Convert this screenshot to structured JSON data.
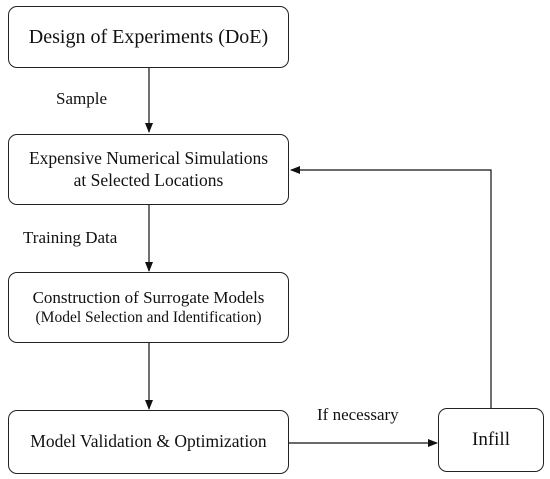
{
  "diagram": {
    "boxes": {
      "doe": "Design of Experiments (DoE)",
      "simulation_line1": "Expensive Numerical Simulations",
      "simulation_line2": "at Selected Locations",
      "surrogate_line1": "Construction of Surrogate Models",
      "surrogate_line2": "(Model Selection and Identification)",
      "validation": "Model Validation & Optimization",
      "infill": "Infill"
    },
    "edge_labels": {
      "sample": "Sample",
      "training_data": "Training Data",
      "if_necessary": "If necessary"
    }
  }
}
